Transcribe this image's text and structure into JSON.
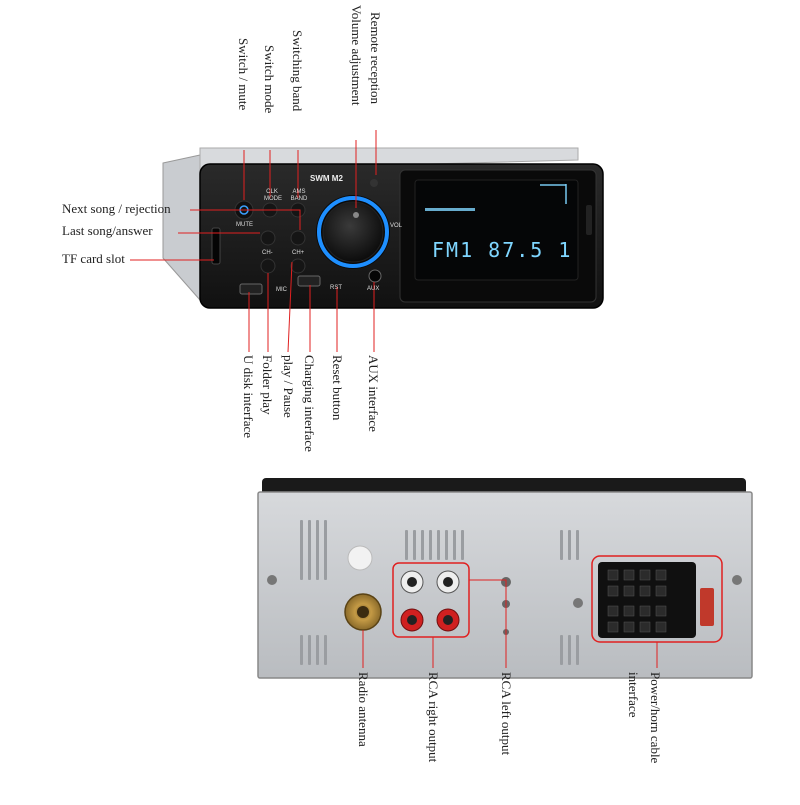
{
  "front_unit": {
    "model_text": "SWM  M2",
    "lcd_text": "FM1  87.5  1",
    "button_labels": {
      "mute": "MUTE",
      "clk_mode": "CLK\nMODE",
      "ams_band": "AMS\nBAND",
      "ch_minus": "CH-",
      "ch_plus": "CH+",
      "mic": "MIC",
      "rst": "RST",
      "aux": "AUX",
      "vol": "VOL"
    }
  },
  "labels": {
    "switch_mute": "Switch / mute",
    "switching_mode": "Switch mode",
    "switching_band": "Switching band",
    "remote_reception": "Remote reception",
    "volume_adjustment": "Volume adjustment",
    "next_song": "Next song / rejection",
    "last_song": "Last song/answer",
    "tf_card": "TF card slot",
    "u_disk": "U disk interface",
    "folder_play": "Folder play",
    "play_pause": "play / Pause",
    "charging": "Charging interface",
    "reset": "Reset button",
    "aux": "AUX interface",
    "radio_antenna": "Radio antenna",
    "rca_right": "RCA right output",
    "rca_left": "RCA left output",
    "power_horn_1": "Power/horn cable",
    "power_horn_2": "interface"
  },
  "colors": {
    "callout_line": "#e02020",
    "knob_ring": "#1e8fff",
    "lcd_text": "#7fd6ff",
    "label_text": "#222222"
  }
}
